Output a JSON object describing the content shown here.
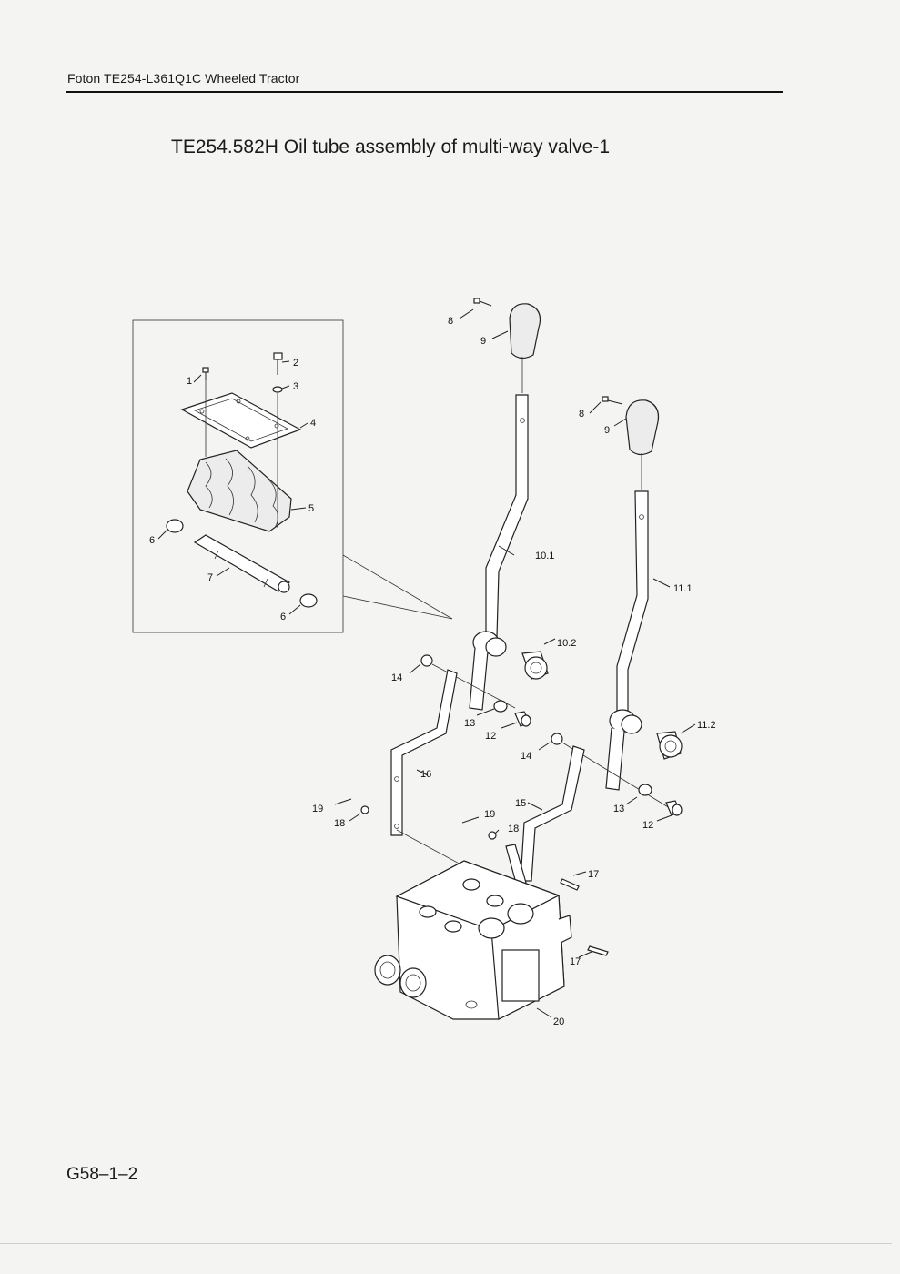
{
  "header": {
    "document_title": "Foton TE254-L361Q1C Wheeled Tractor"
  },
  "title": "TE254.582H  Oil tube assembly of multi-way valve-1",
  "footer": {
    "page_code": "G58–1–2"
  },
  "callouts": {
    "c1": "1",
    "c2": "2",
    "c3": "3",
    "c4": "4",
    "c5": "5",
    "c6a": "6",
    "c6b": "6",
    "c7": "7",
    "c8a": "8",
    "c8b": "8",
    "c9a": "9",
    "c9b": "9",
    "c10_1": "10.1",
    "c10_2": "10.2",
    "c11_1": "11.1",
    "c11_2": "11.2",
    "c12a": "12",
    "c12b": "12",
    "c13a": "13",
    "c13b": "13",
    "c14a": "14",
    "c14b": "14",
    "c15": "15",
    "c16": "16",
    "c17a": "17",
    "c17b": "17",
    "c18a": "18",
    "c18b": "18",
    "c19a": "19",
    "c19b": "19",
    "c20": "20"
  }
}
